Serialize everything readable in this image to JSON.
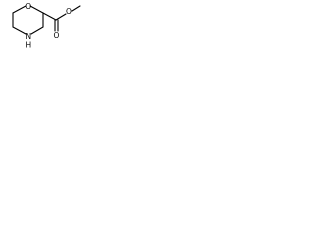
{
  "molecule": {
    "atoms": {
      "ring_oxygen": "O",
      "ring_nitrogen": "N",
      "ring_nitrogen_h": "H",
      "carbonyl_oxygen": "O",
      "ester_oxygen": "O"
    },
    "colors": {
      "bond": "#000000",
      "text": "#000000",
      "background": "#ffffff"
    }
  }
}
